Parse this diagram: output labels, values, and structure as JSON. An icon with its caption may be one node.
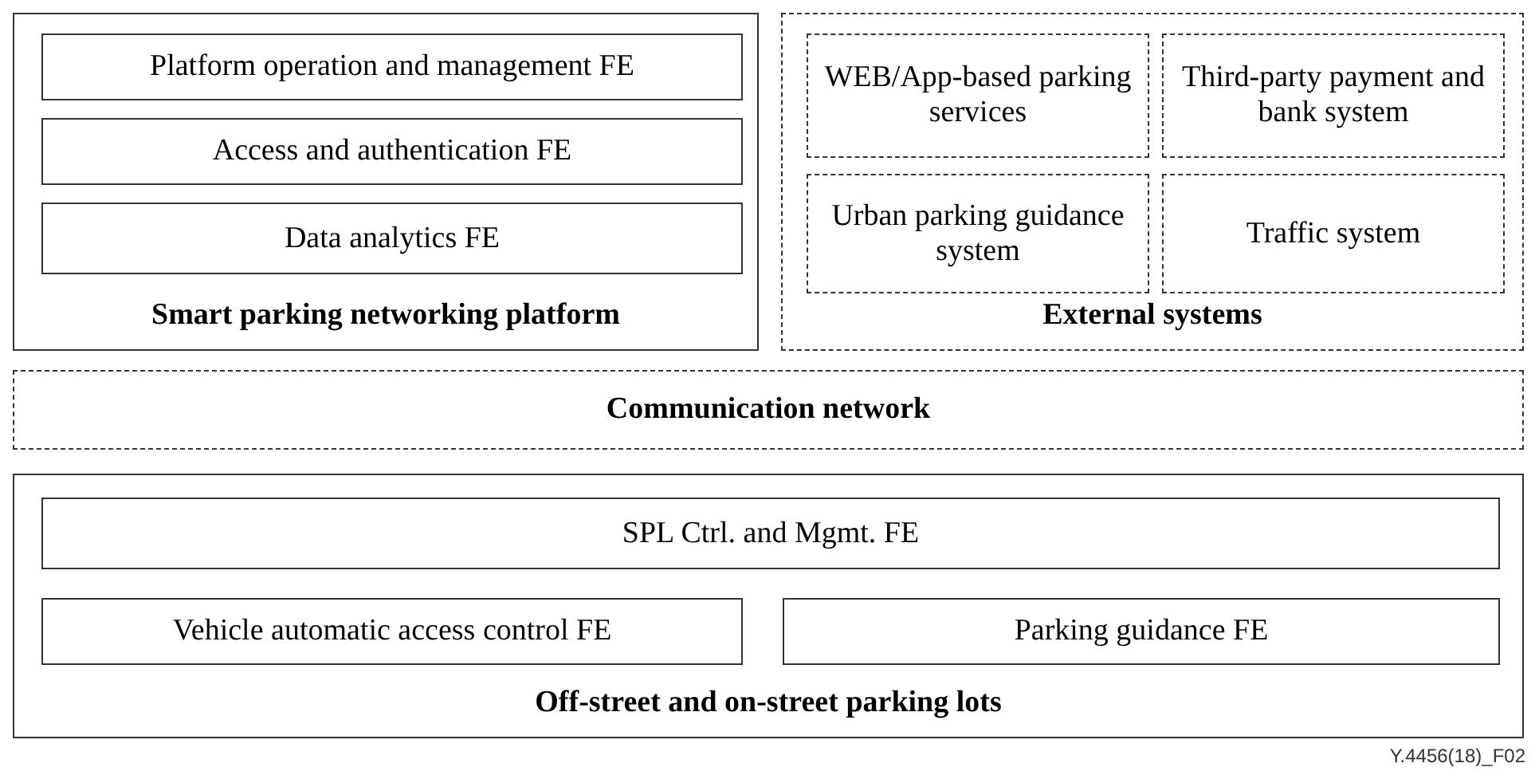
{
  "diagram": {
    "nodes": [
      {
        "text": [
          "Smart parking networking platform"
        ]
      },
      {
        "text": [
          "Platform operation and management FE"
        ],
        "in": 0
      },
      {
        "text": [
          "Access and authentication FE"
        ],
        "in": 0
      },
      {
        "text": [
          "Data analytics FE"
        ],
        "in": 0
      },
      {
        "text": [
          "External systems"
        ]
      },
      {
        "text": [
          "WEB/App-based parking services"
        ],
        "in": 4
      },
      {
        "text": [
          "Third-party payment and bank system"
        ],
        "in": 4
      },
      {
        "text": [
          "Urban parking guidance system"
        ],
        "in": 4
      },
      {
        "text": [
          "Traffic system"
        ],
        "in": 4
      },
      {
        "text": [
          "Communication network"
        ]
      },
      {
        "text": [
          "Off-street and on-street parking lots"
        ]
      },
      {
        "text": [
          "SPL Ctrl. and Mgmt. FE"
        ],
        "in": 10
      },
      {
        "text": [
          "Vehicle automatic access control FE"
        ],
        "in": 10
      },
      {
        "text": [
          "Parking guidance FE"
        ],
        "in": 10
      }
    ],
    "edges": [],
    "labels": [
      "Y.4456(18)_F02"
    ]
  }
}
